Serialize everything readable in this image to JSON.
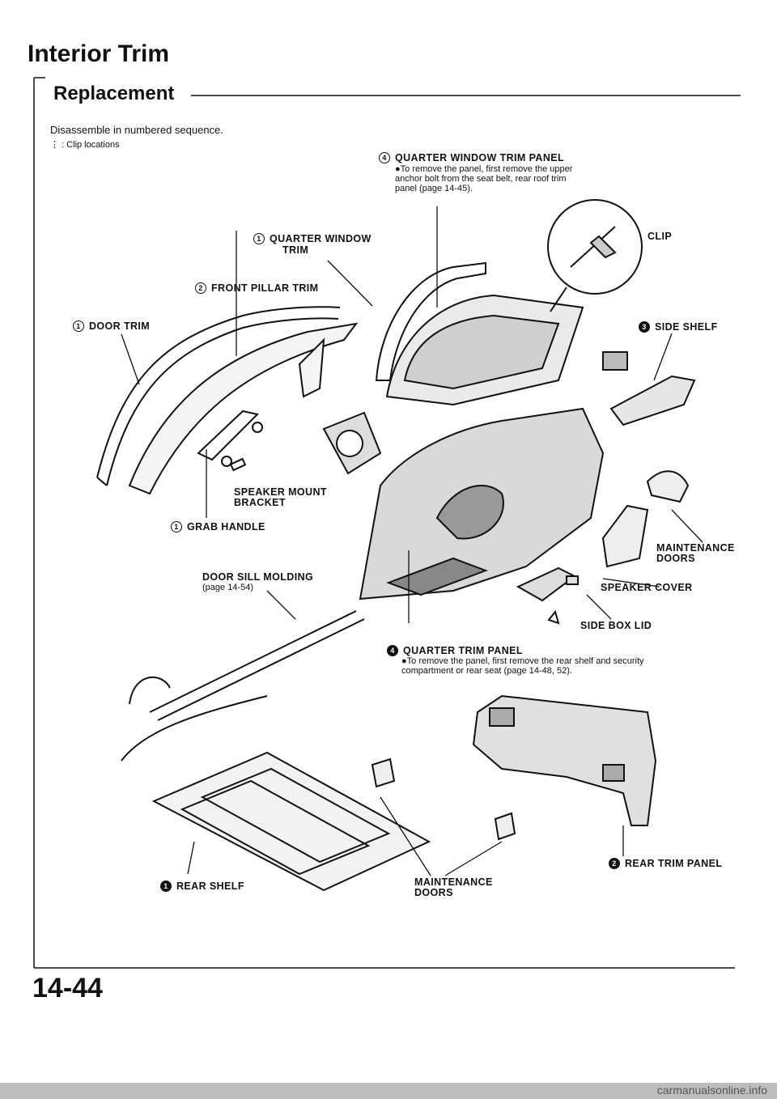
{
  "header": {
    "title": "Interior Trim",
    "subtitle": "Replacement",
    "intro": "Disassemble in numbered sequence.",
    "legend": ": Clip locations"
  },
  "labels": {
    "quarter_window_trim_panel": "QUARTER WINDOW TRIM PANEL",
    "quarter_window_trim_panel_note": "●To remove the panel, first remove the upper anchor bolt from the seat belt, rear roof trim panel (page 14-45).",
    "quarter_window_trim_l1": "QUARTER WINDOW",
    "quarter_window_trim_l2": "TRIM",
    "clip": "CLIP",
    "front_pillar_trim": "FRONT PILLAR TRIM",
    "door_trim": "DOOR TRIM",
    "side_shelf": "SIDE SHELF",
    "speaker_mount_l1": "SPEAKER MOUNT",
    "speaker_mount_l2": "BRACKET",
    "grab_handle": "GRAB HANDLE",
    "maintenance_doors_upper_l1": "MAINTENANCE",
    "maintenance_doors_upper_l2": "DOORS",
    "door_sill_l1": "DOOR SILL MOLDING",
    "door_sill_l2": "(page 14-54)",
    "speaker_cover": "SPEAKER COVER",
    "side_box_lid": "SIDE BOX LID",
    "quarter_trim_panel": "QUARTER TRIM PANEL",
    "quarter_trim_panel_note": "●To remove the panel, first remove the rear shelf and security compartment or rear seat (page 14-48, 52).",
    "rear_trim_panel": "REAR TRIM PANEL",
    "rear_shelf": "REAR SHELF",
    "maintenance_doors_lower_l1": "MAINTENANCE",
    "maintenance_doors_lower_l2": "DOORS"
  },
  "step_numbers": {
    "quarter_window_trim_panel": "4",
    "quarter_window_trim": "1",
    "front_pillar_trim": "2",
    "door_trim": "1",
    "side_shelf": "3",
    "grab_handle": "1",
    "quarter_trim_panel": "4",
    "rear_trim_panel": "2",
    "rear_shelf": "1"
  },
  "footer": {
    "page_number": "14-44",
    "watermark": "carmanualsonline.info"
  }
}
